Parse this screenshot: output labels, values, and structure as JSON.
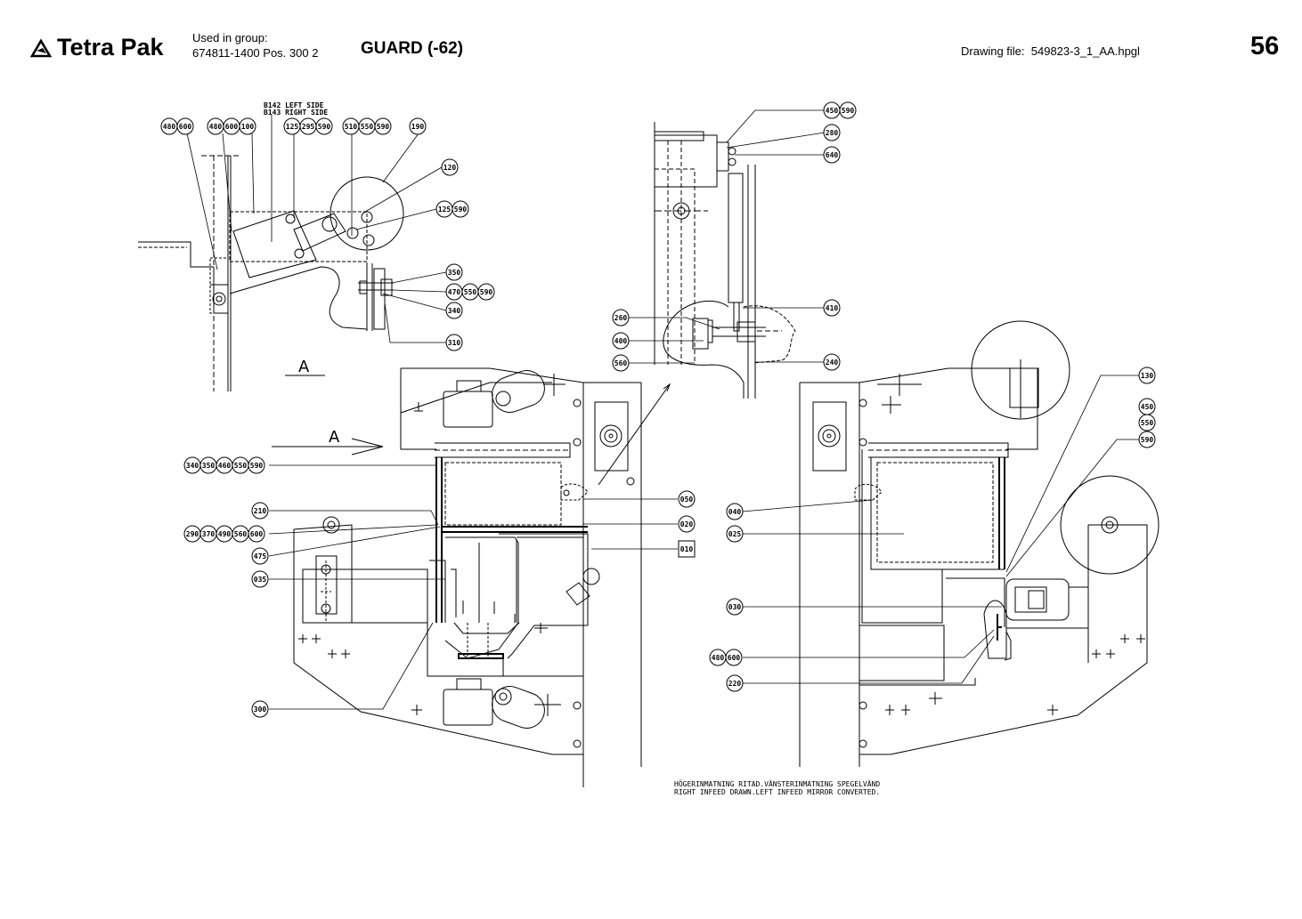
{
  "header": {
    "brand": "Tetra Pak",
    "brand_icon": "tetra-pak-logo",
    "used_in_label": "Used in group:",
    "used_in_value": "674811-1400 Pos. 300 2",
    "title": "GUARD (-62)",
    "drawing_file_label": "Drawing file:",
    "drawing_file_value": "549823-3_1_AA.hpgl",
    "page_number": "56"
  },
  "drawing": {
    "side_label_1": "B142 LEFT SIDE",
    "side_label_2": "B143 RIGHT SIDE",
    "view_label": "A",
    "arrow_label": "A",
    "note_line_1": "HÖGERINMATNING RITAD.VÄNSTERINMATNING SPEGELVÄND",
    "note_line_2": "RIGHT INFEED DRAWN.LEFT INFEED MIRROR CONVERTED.",
    "callout_groups": [
      {
        "id": "g1",
        "items": [
          "480",
          "600"
        ]
      },
      {
        "id": "g2",
        "items": [
          "480",
          "600",
          "100"
        ]
      },
      {
        "id": "g3",
        "items": [
          "125",
          "295",
          "590"
        ]
      },
      {
        "id": "g4",
        "items": [
          "510",
          "550",
          "590"
        ]
      },
      {
        "id": "g5",
        "items": [
          "190"
        ]
      },
      {
        "id": "g6",
        "items": [
          "120"
        ]
      },
      {
        "id": "g7",
        "items": [
          "125",
          "590"
        ]
      },
      {
        "id": "g8",
        "items": [
          "350"
        ]
      },
      {
        "id": "g9",
        "items": [
          "470",
          "550",
          "590"
        ]
      },
      {
        "id": "g10",
        "items": [
          "340"
        ]
      },
      {
        "id": "g11",
        "items": [
          "310"
        ]
      },
      {
        "id": "g12",
        "items": [
          "450",
          "590"
        ]
      },
      {
        "id": "g13",
        "items": [
          "280"
        ]
      },
      {
        "id": "g14",
        "items": [
          "640"
        ]
      },
      {
        "id": "g15",
        "items": [
          "410"
        ]
      },
      {
        "id": "g16",
        "items": [
          "260"
        ]
      },
      {
        "id": "g17",
        "items": [
          "400"
        ]
      },
      {
        "id": "g18",
        "items": [
          "560"
        ]
      },
      {
        "id": "g19",
        "items": [
          "240"
        ]
      },
      {
        "id": "g20",
        "items": [
          "130"
        ]
      },
      {
        "id": "g21",
        "items": [
          "450"
        ]
      },
      {
        "id": "g22",
        "items": [
          "550"
        ]
      },
      {
        "id": "g23",
        "items": [
          "590"
        ]
      },
      {
        "id": "g24",
        "items": [
          "340",
          "350",
          "460",
          "550",
          "590"
        ]
      },
      {
        "id": "g25",
        "items": [
          "210"
        ]
      },
      {
        "id": "g26",
        "items": [
          "290",
          "370",
          "490",
          "560",
          "600"
        ]
      },
      {
        "id": "g27",
        "items": [
          "475"
        ]
      },
      {
        "id": "g28",
        "items": [
          "035"
        ]
      },
      {
        "id": "g29",
        "items": [
          "300"
        ]
      },
      {
        "id": "g30",
        "items": [
          "050"
        ]
      },
      {
        "id": "g31",
        "items": [
          "020"
        ]
      },
      {
        "id": "g32",
        "items": [
          "010"
        ],
        "boxed": true
      },
      {
        "id": "g33",
        "items": [
          "040"
        ]
      },
      {
        "id": "g34",
        "items": [
          "025"
        ]
      },
      {
        "id": "g35",
        "items": [
          "030"
        ]
      },
      {
        "id": "g36",
        "items": [
          "480",
          "600"
        ]
      },
      {
        "id": "g37",
        "items": [
          "220"
        ]
      }
    ]
  }
}
